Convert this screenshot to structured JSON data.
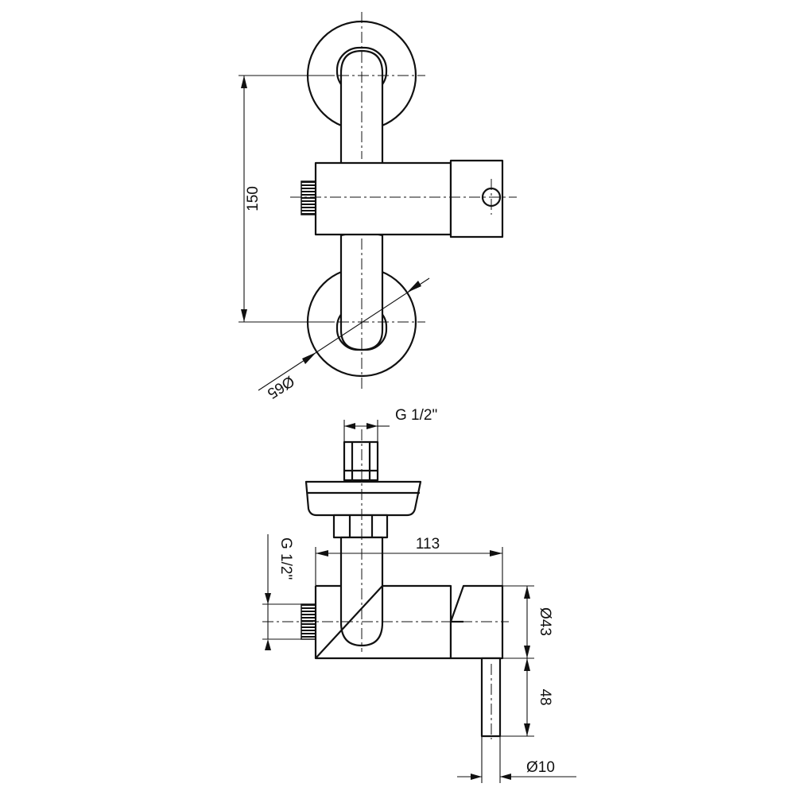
{
  "drawing": {
    "front_view": {
      "height_dimension": "150",
      "rosette_diameter": "Ø65"
    },
    "side_view": {
      "top_thread_label": "G 1/2\"",
      "side_thread_label": "G 1/2\"",
      "depth_dimension": "113",
      "body_diameter": "Ø43",
      "lever_length": "48",
      "lever_diameter": "Ø10"
    }
  }
}
